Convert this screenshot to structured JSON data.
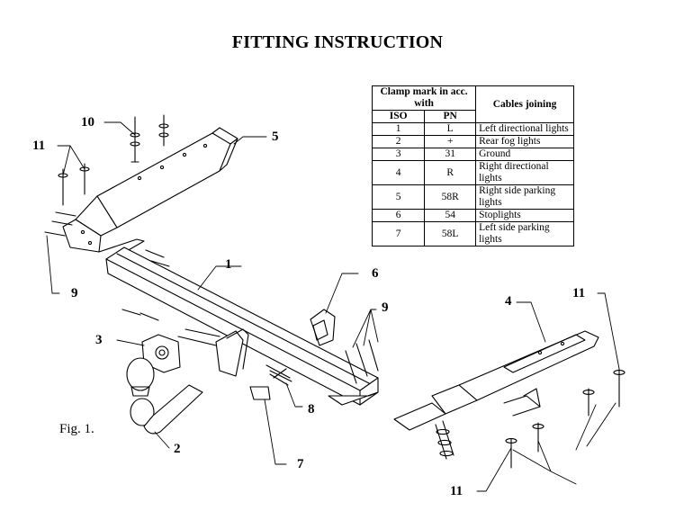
{
  "title": "FITTING INSTRUCTION",
  "table": {
    "header_clamp": "Clamp mark in acc. with",
    "header_cables": "Cables joining",
    "col_iso": "ISO",
    "col_pn": "PN",
    "rows": [
      {
        "iso": "1",
        "pn": "L",
        "desc": "Left directional lights"
      },
      {
        "iso": "2",
        "pn": "+",
        "desc": "Rear fog lights"
      },
      {
        "iso": "3",
        "pn": "31",
        "desc": "Ground"
      },
      {
        "iso": "4",
        "pn": "R",
        "desc": "Right directional lights"
      },
      {
        "iso": "5",
        "pn": "58R",
        "desc": "Right side parking lights"
      },
      {
        "iso": "6",
        "pn": "54",
        "desc": "Stoplights"
      },
      {
        "iso": "7",
        "pn": "58L",
        "desc": "Left side parking lights"
      }
    ]
  },
  "labels": {
    "l1": "1",
    "l2": "2",
    "l3": "3",
    "l4": "4",
    "l5": "5",
    "l6": "6",
    "l7": "7",
    "l8": "8",
    "l9a": "9",
    "l9b": "9",
    "l10": "10",
    "l11a": "11",
    "l11b": "11",
    "l11c": "11"
  },
  "figure_caption": "Fig. 1."
}
